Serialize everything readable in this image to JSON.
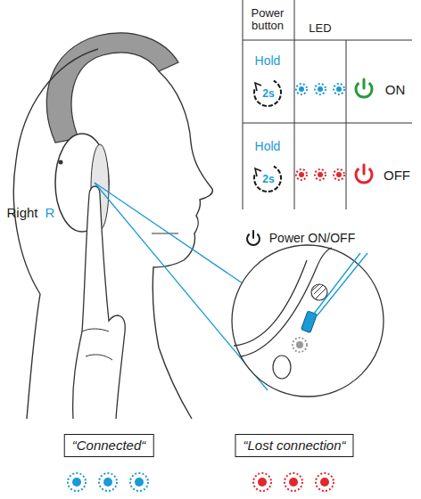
{
  "diagram": {
    "nodes": [
      {
        "text": [
          "“Connected“"
        ]
      },
      {
        "text": [
          "“Lost connection“"
        ]
      }
    ],
    "labels": [
      "Power button",
      "LED",
      "Hold",
      "2s",
      "ON",
      "Hold",
      "2s",
      "OFF",
      "Right",
      "R",
      "Power ON/OFF"
    ]
  }
}
